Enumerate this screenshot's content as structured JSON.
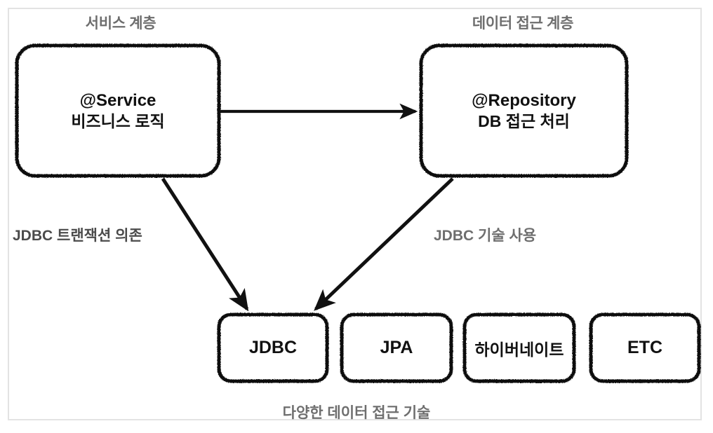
{
  "diagram": {
    "title_service_layer": "서비스 계층",
    "title_data_access_layer": "데이터 접근 계층",
    "bottom_caption": "다양한 데이터 접근 기술",
    "colors": {
      "frame_border": "#e3e3e3",
      "layer_title": "#6e6e6e",
      "node_stroke": "#111111",
      "node_text": "#111111",
      "arrow": "#111111",
      "edge_label_left": "#4b4b4b",
      "edge_label_right": "#6e6e6e",
      "background": "#ffffff"
    },
    "nodes": [
      {
        "id": "service",
        "line1": "@Service",
        "line2": "비즈니스 로직"
      },
      {
        "id": "repository",
        "line1": "@Repository",
        "line2": "DB 접근 처리"
      }
    ],
    "tech_boxes": [
      {
        "id": "jdbc",
        "label": "JDBC"
      },
      {
        "id": "jpa",
        "label": "JPA"
      },
      {
        "id": "hibernate",
        "label": "하이버네이트"
      },
      {
        "id": "etc",
        "label": "ETC"
      }
    ],
    "edges": [
      {
        "id": "service-to-repository",
        "from": "service",
        "to": "repository",
        "label": ""
      },
      {
        "id": "service-to-jdbc",
        "from": "service",
        "to": "jdbc",
        "label": "JDBC 트랜잭션 의존"
      },
      {
        "id": "repository-to-jdbc",
        "from": "repository",
        "to": "jdbc",
        "label": "JDBC 기술 사용"
      }
    ]
  }
}
